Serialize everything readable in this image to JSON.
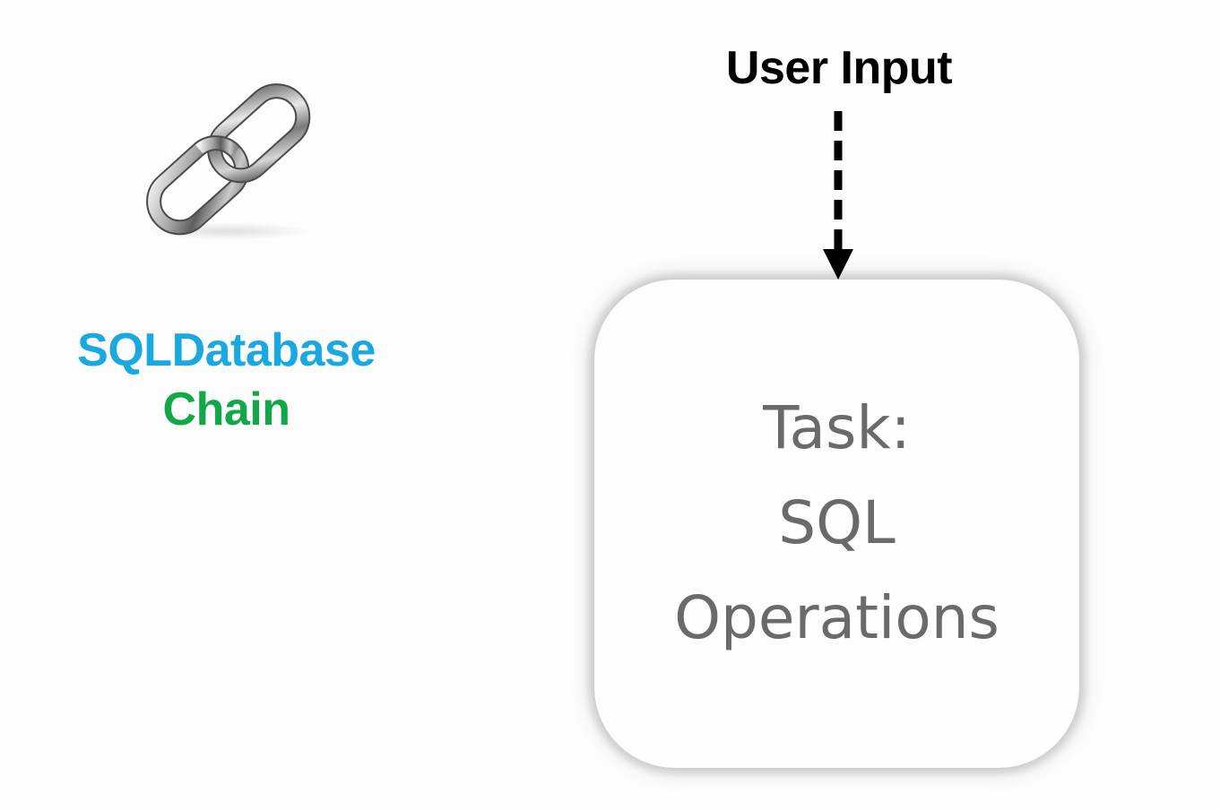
{
  "colors": {
    "sql_database": "#1aa8e0",
    "chain": "#12a84a"
  },
  "left_panel": {
    "icon": "chain-link-icon",
    "title_line1": "SQLDatabase",
    "title_line2": "Chain"
  },
  "diagram": {
    "input_label": "User Input",
    "task_box": {
      "line1": "Task:",
      "line2": "SQL",
      "line3": "Operations"
    }
  }
}
